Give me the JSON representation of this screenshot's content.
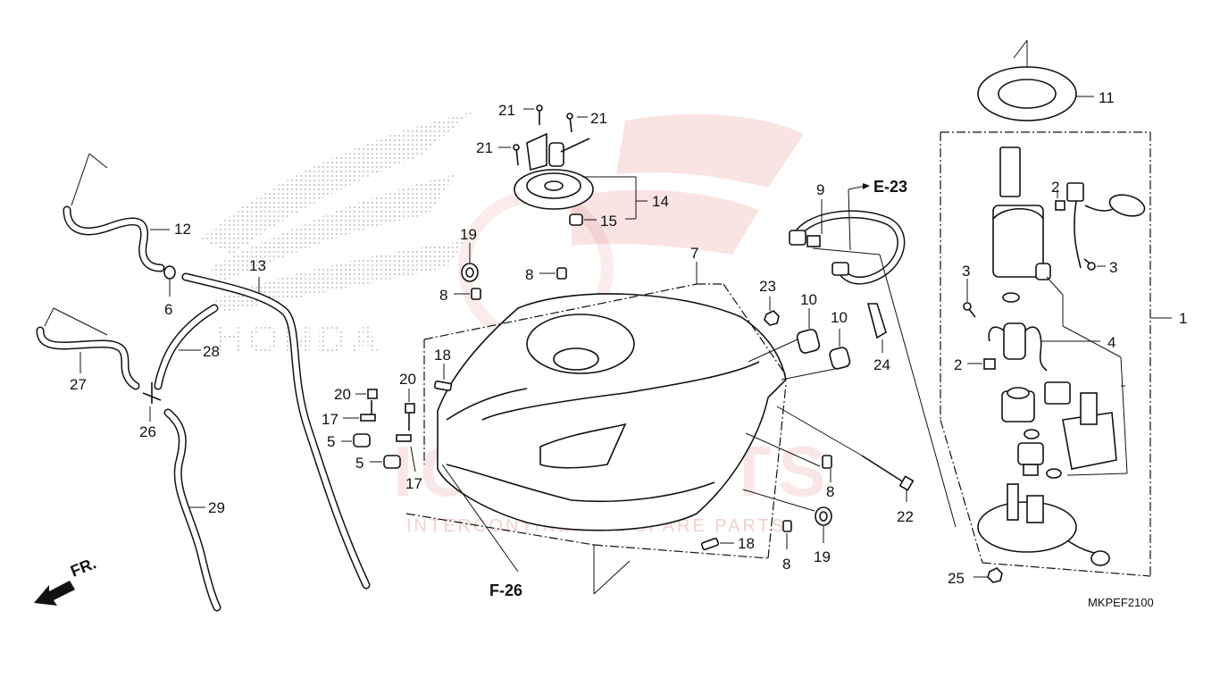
{
  "diagram": {
    "drawing_code": "MKPEF2100",
    "front_marker": "FR.",
    "refs": {
      "e23": "E-23",
      "f26": "F-26"
    },
    "watermark": {
      "brand": "HONDA",
      "line1": "ICS PARTS",
      "line2": "INTERCONTINENTAL SPARE PARTS"
    },
    "labels": {
      "l1": "1",
      "l2a": "2",
      "l2b": "2",
      "l3a": "3",
      "l3b": "3",
      "l4": "4",
      "l5a": "5",
      "l5b": "5",
      "l6": "6",
      "l7": "7",
      "l8a": "8",
      "l8b": "8",
      "l8c": "8",
      "l8d": "8",
      "l9": "9",
      "l10a": "10",
      "l10b": "10",
      "l11": "11",
      "l12": "12",
      "l13": "13",
      "l14": "14",
      "l15": "15",
      "l17a": "17",
      "l17b": "17",
      "l18a": "18",
      "l18b": "18",
      "l19a": "19",
      "l19b": "19",
      "l20a": "20",
      "l20b": "20",
      "l21a": "21",
      "l21b": "21",
      "l21c": "21",
      "l22": "22",
      "l23": "23",
      "l24": "24",
      "l25": "25",
      "l26": "26",
      "l27": "27",
      "l28": "28",
      "l29": "29"
    },
    "colors": {
      "line": "#111111",
      "watermark": "#d94040",
      "dots": "#9a9a9a"
    }
  }
}
